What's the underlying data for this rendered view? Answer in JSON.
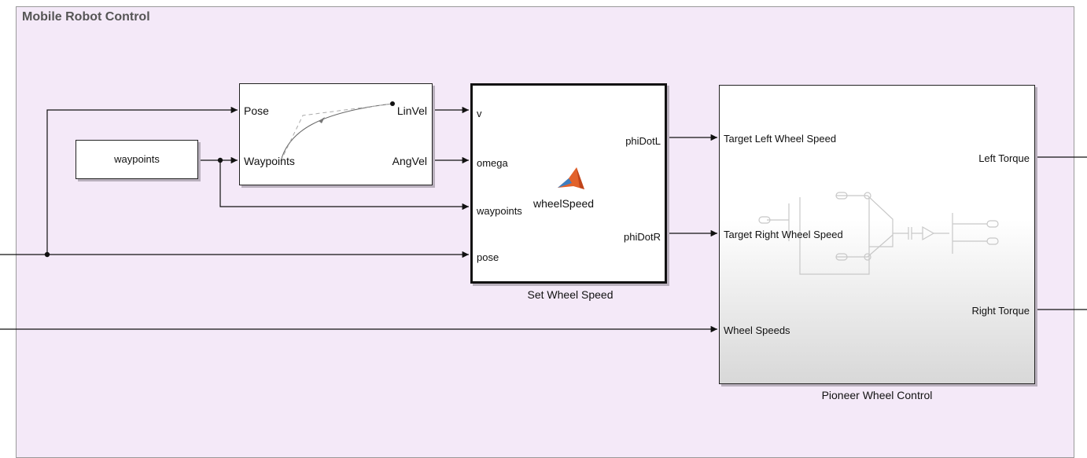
{
  "area": {
    "title": "Mobile Robot Control",
    "color": "#f4e9f8"
  },
  "blocks": {
    "waypoints_const": {
      "label": "waypoints"
    },
    "pure_pursuit": {
      "in_pose": "Pose",
      "in_waypoints": "Waypoints",
      "out_linvel": "LinVel",
      "out_angvel": "AngVel"
    },
    "set_wheel_speed": {
      "name": "Set Wheel Speed",
      "center_label": "wheelSpeed",
      "icon": "matlab-logo-icon",
      "in_v": "v",
      "in_omega": "omega",
      "in_waypoints": "waypoints",
      "in_pose": "pose",
      "out_phidotl": "phiDotL",
      "out_phidotr": "phiDotR"
    },
    "pioneer_wheel_control": {
      "name": "Pioneer Wheel Control",
      "in_target_left": "Target Left Wheel Speed",
      "in_target_right": "Target Right Wheel Speed",
      "in_wheel_speeds": "Wheel Speeds",
      "out_left_torque": "Left Torque",
      "out_right_torque": "Right Torque",
      "icon": "subsystem-diagram-icon"
    }
  }
}
